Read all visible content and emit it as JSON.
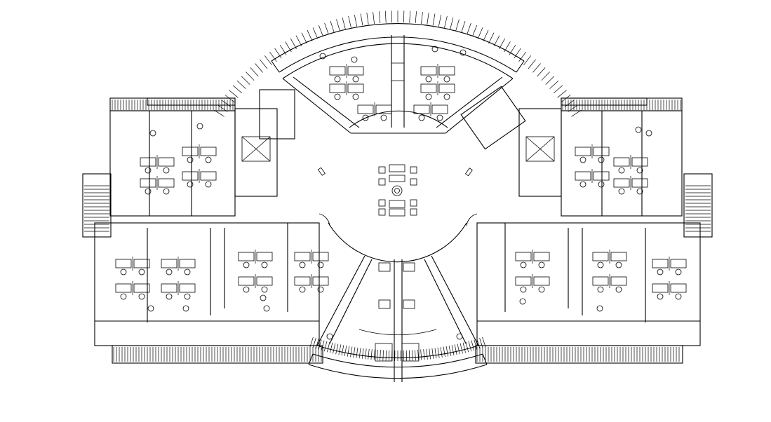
{
  "drawing": {
    "kind": "architectural-floor-plan",
    "stroke_color": "#000000",
    "background_color": "#ffffff",
    "wings": [
      "north-arc",
      "south-arc",
      "west-upper",
      "east-upper",
      "west-lower",
      "east-lower"
    ],
    "central_lounge": {
      "sofas": 4,
      "armchairs": 8,
      "round_table": true
    },
    "stair_cores": [
      "west-stair",
      "east-stair",
      "north-west-stair",
      "north-east-stair"
    ]
  }
}
